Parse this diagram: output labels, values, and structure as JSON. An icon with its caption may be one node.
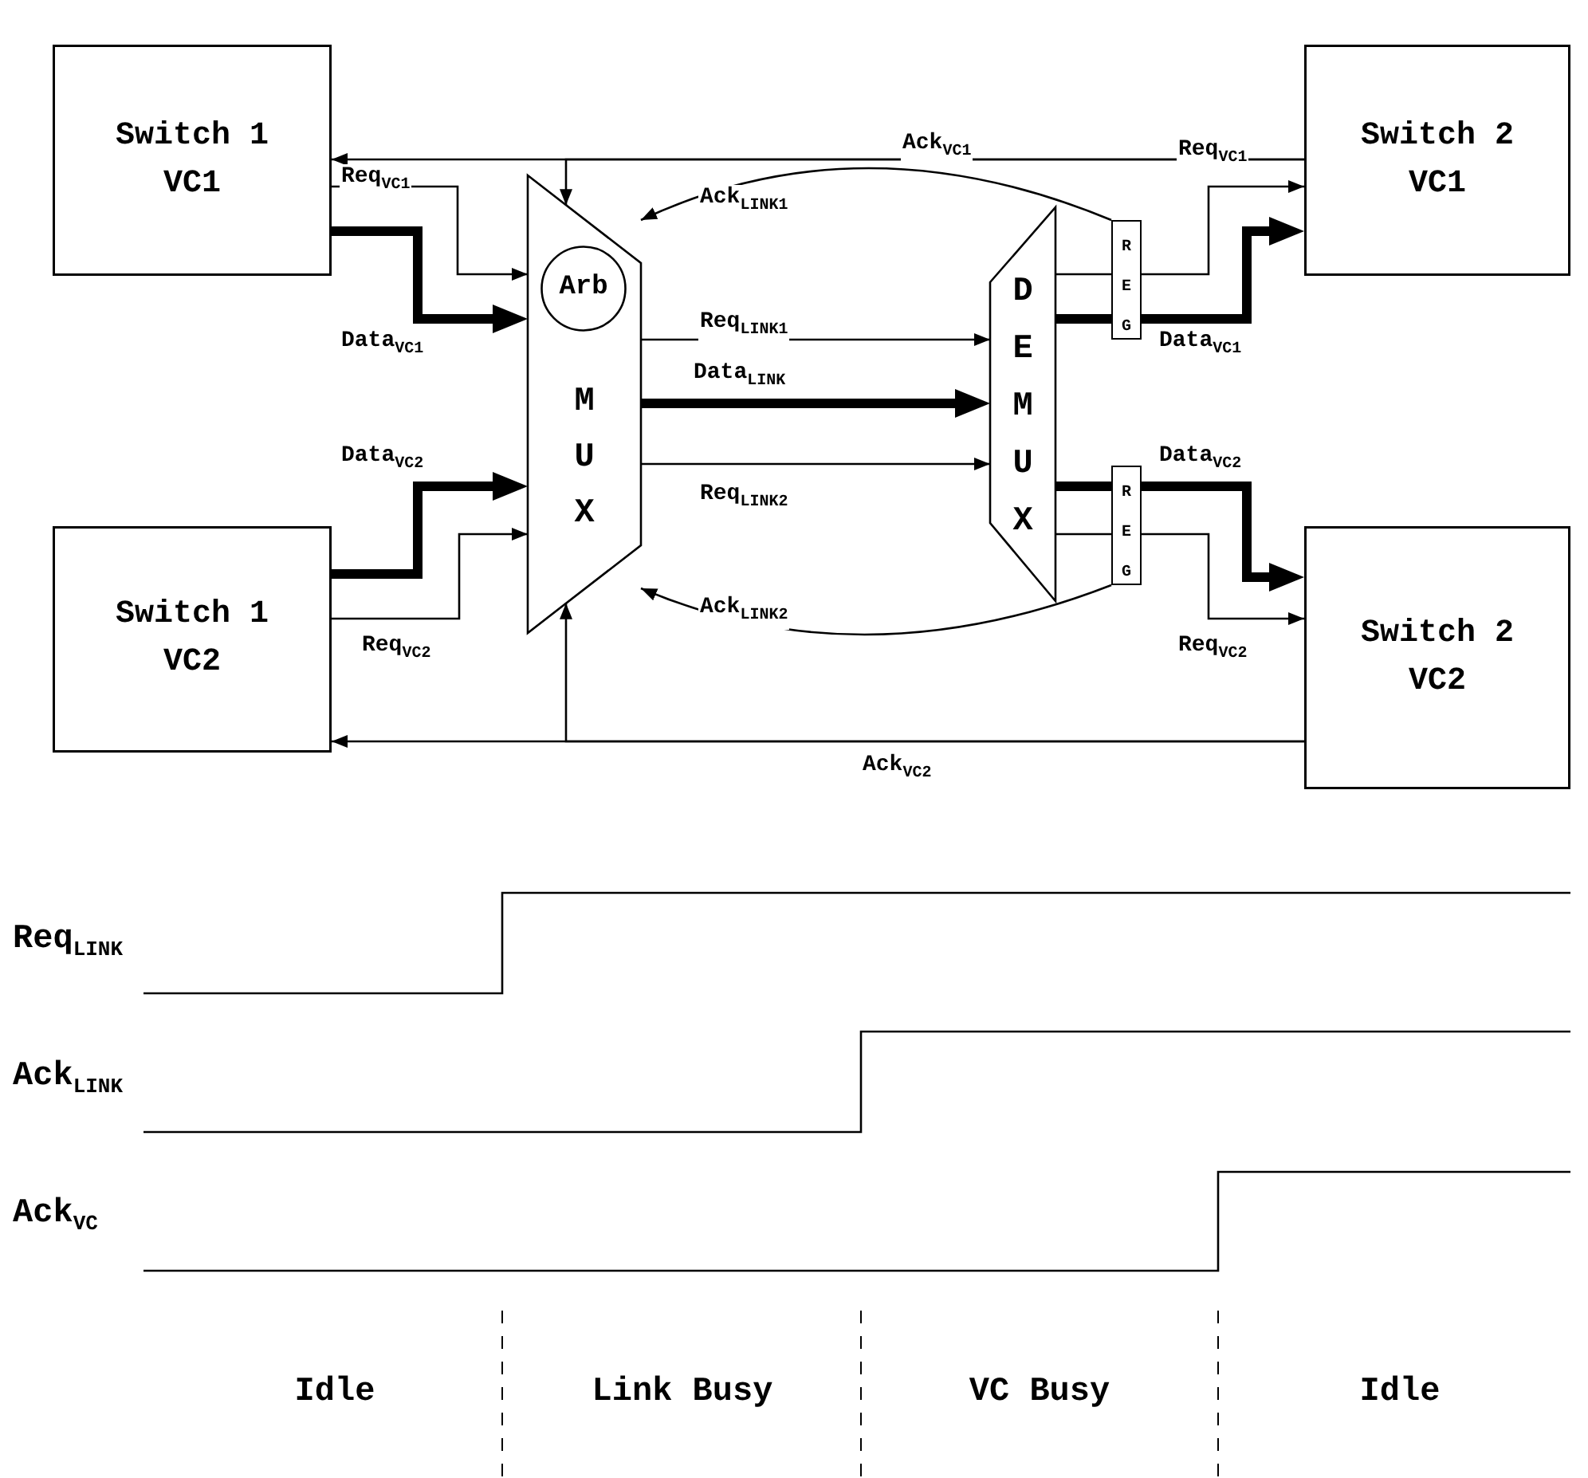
{
  "diagram": {
    "nodes": [
      {
        "text": [
          "Switch 1 VC1"
        ]
      },
      {
        "text": [
          "Switch 1 VC2"
        ]
      },
      {
        "text": [
          "M U X"
        ]
      },
      {
        "text": [
          "Arb"
        ],
        "in": 2
      },
      {
        "text": [
          "D E M U X"
        ]
      },
      {
        "text": [
          "R E G"
        ]
      },
      {
        "text": [
          "R E G"
        ]
      },
      {
        "text": [
          "Switch 2 VC1"
        ]
      },
      {
        "text": [
          "Switch 2 VC2"
        ]
      }
    ],
    "edges": [
      {
        "from": 7,
        "to": 0,
        "arrow": "to",
        "label": "Ack$_{VC1}$"
      },
      {
        "from": 7,
        "to": 2,
        "arrow": "to"
      },
      {
        "from": 0,
        "to": 2,
        "arrow": "to",
        "label": "Req$_{VC1}$"
      },
      {
        "from": 0,
        "to": 2,
        "arrow": "to",
        "label": "Data$_{VC1}$",
        "style": "thick"
      },
      {
        "from": 1,
        "to": 2,
        "arrow": "to",
        "label": "Data$_{VC2}$",
        "style": "thick"
      },
      {
        "from": 1,
        "to": 2,
        "arrow": "to",
        "label": "Req$_{VC2}$"
      },
      {
        "from": 8,
        "to": 1,
        "arrow": "to",
        "label": "Ack$_{VC2}$"
      },
      {
        "from": 8,
        "to": 2,
        "arrow": "to"
      },
      {
        "from": 5,
        "to": 2,
        "arrow": "to",
        "label": "Ack$_{LINK1}$"
      },
      {
        "from": 2,
        "to": 4,
        "arrow": "to",
        "label": "Req$_{LINK1}$"
      },
      {
        "from": 2,
        "to": 4,
        "arrow": "to",
        "label": "Data$_{LINK}$",
        "style": "thick"
      },
      {
        "from": 2,
        "to": 4,
        "arrow": "to",
        "label": "Req$_{LINK2}$"
      },
      {
        "from": 6,
        "to": 2,
        "arrow": "to",
        "label": "Ack$_{LINK2}$"
      },
      {
        "from": 4,
        "to": 5,
        "arrow": "none"
      },
      {
        "from": 4,
        "to": 5,
        "arrow": "none",
        "style": "thick"
      },
      {
        "from": 5,
        "to": 7,
        "arrow": "to",
        "label": "Req$_{VC1}$"
      },
      {
        "from": 5,
        "to": 7,
        "arrow": "to",
        "label": "Data$_{VC1}$",
        "style": "thick"
      },
      {
        "from": 4,
        "to": 6,
        "arrow": "none",
        "style": "thick"
      },
      {
        "from": 4,
        "to": 6,
        "arrow": "none"
      },
      {
        "from": 6,
        "to": 8,
        "arrow": "to",
        "label": "Data$_{VC2}$",
        "style": "thick"
      },
      {
        "from": 6,
        "to": 8,
        "arrow": "to",
        "label": "Req$_{VC2}$"
      }
    ],
    "labels": [
      "Req$_{LINK}$",
      "Ack$_{LINK}$",
      "Ack$_{VC}$",
      "Idle",
      "Link Busy",
      "VC Busy",
      "Idle"
    ]
  }
}
